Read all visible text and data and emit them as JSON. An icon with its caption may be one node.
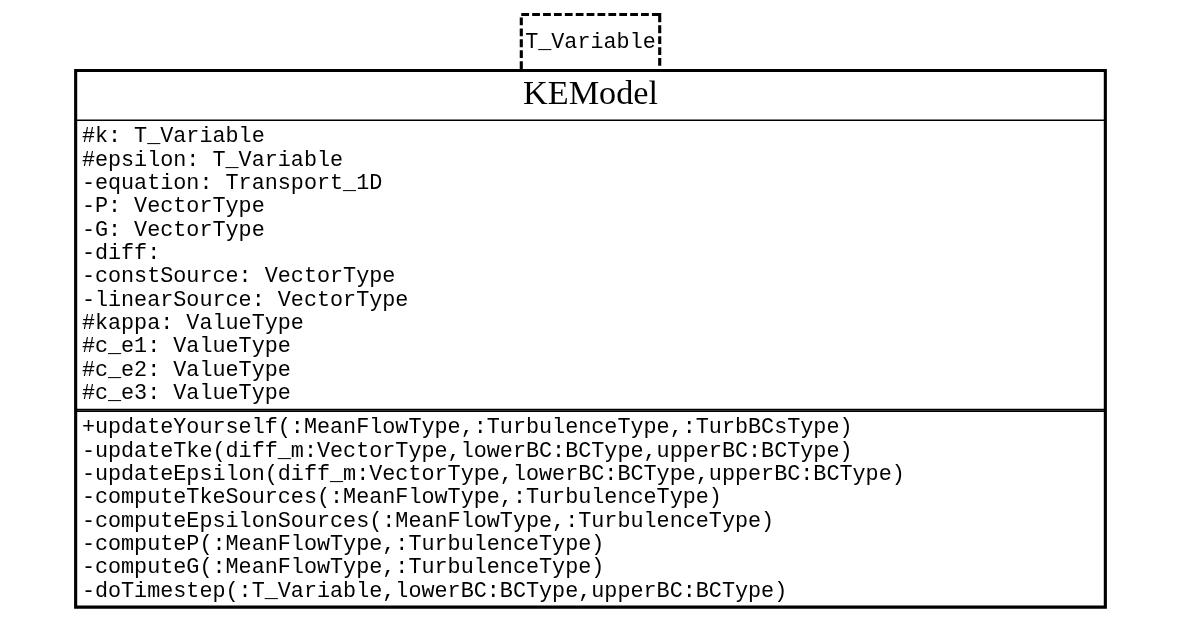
{
  "diagram": {
    "nodes": [
      {
        "text": [
          "KEModel"
        ]
      },
      {
        "text": [
          "#k: T_Variable",
          "#epsilon: T_Variable",
          "-equation: Transport_1D",
          "-P: VectorType",
          "-G: VectorType",
          "-diff:",
          "-constSource: VectorType",
          "-linearSource: VectorType",
          "#kappa: ValueType",
          "#c_e1: ValueType",
          "#c_e2: ValueType",
          "#c_e3: ValueType"
        ],
        "in": 0
      },
      {
        "text": [
          "+updateYourself(:MeanFlowType,:TurbulenceType,:TurbBCsType)",
          "-updateTke(diff_m:VectorType,lowerBC:BCType,upperBC:BCType)",
          "-updateEpsilon(diff_m:VectorType,lowerBC:BCType,upperBC:BCType)",
          "-computeTkeSources(:MeanFlowType,:TurbulenceType)",
          "-computeEpsilonSources(:MeanFlowType,:TurbulenceType)",
          "-computeP(:MeanFlowType,:TurbulenceType)",
          "-computeG(:MeanFlowType,:TurbulenceType)",
          "-doTimestep(:T_Variable,lowerBC:BCType,upperBC:BCType)"
        ],
        "in": 0
      },
      {
        "text": [
          "T_Variable"
        ]
      }
    ]
  }
}
